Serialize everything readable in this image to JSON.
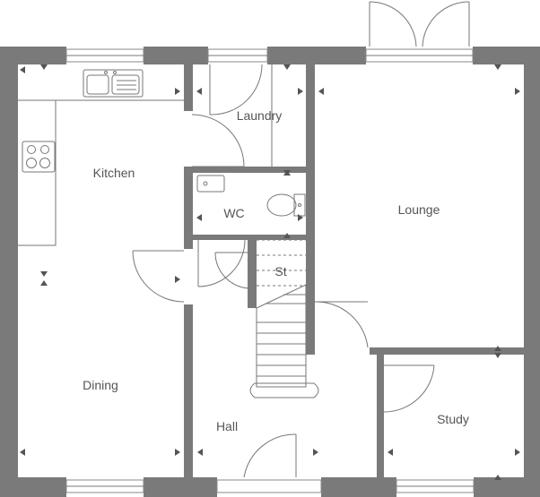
{
  "rooms": {
    "kitchen": "Kitchen",
    "laundry": "Laundry",
    "wc": "WC",
    "lounge": "Lounge",
    "store": "St",
    "dining": "Dining",
    "hall": "Hall",
    "study": "Study"
  },
  "colors": {
    "wall": "#7a7a7a",
    "line": "#777777",
    "text": "#555555",
    "background": "#ffffff"
  }
}
